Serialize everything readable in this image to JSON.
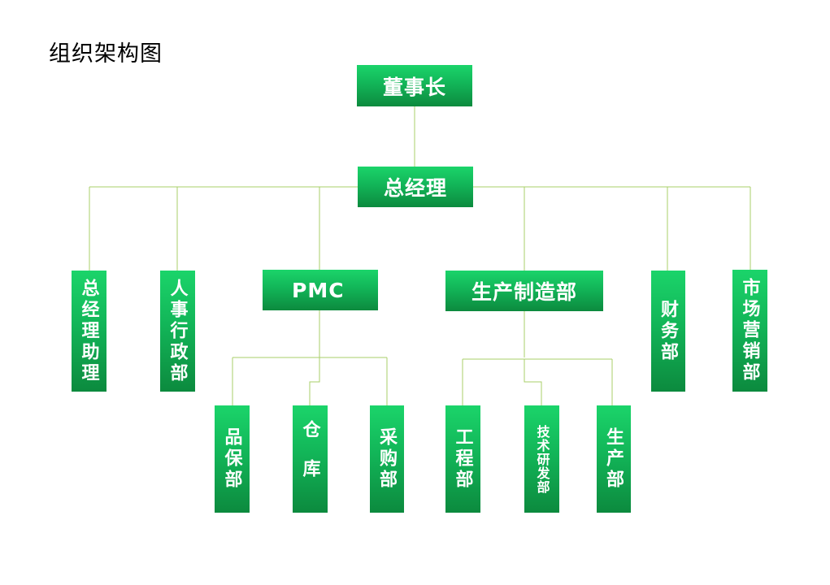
{
  "page": {
    "title": "组织架构图"
  },
  "nodes": {
    "chairman": "董事长",
    "gm": "总经理",
    "gm_assistant": "总经理助理",
    "hr_admin": "人事行政部",
    "pmc": "PMC",
    "production_mfg": "生产制造部",
    "finance": "财务部",
    "marketing": "市场营销部",
    "qa": "品保部",
    "warehouse": "仓库",
    "purchasing": "采购部",
    "engineering": "工程部",
    "rnd": "技术研发部",
    "production": "生产部"
  },
  "colors": {
    "box_top": "#1bd46a",
    "box_bottom": "#0c8a3e",
    "connector": "#a8cf6a",
    "text": "#ffffff"
  }
}
